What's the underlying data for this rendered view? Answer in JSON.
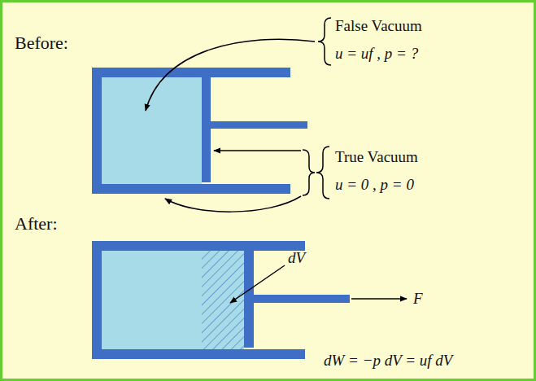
{
  "diagram": {
    "labels": [
      "Before:",
      "False Vacuum",
      "u = uf , p = ?",
      "True Vacuum",
      "u = 0 , p = 0",
      "After:",
      "dV",
      "F",
      "dW = −p dV = uf dV"
    ]
  }
}
